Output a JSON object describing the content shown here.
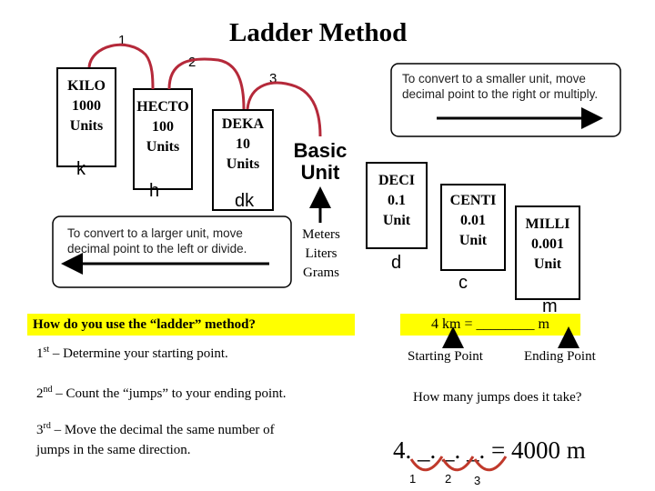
{
  "title": "Ladder Method",
  "steps": [
    {
      "label": "KILO\n1000\nUnits",
      "abbr": "k"
    },
    {
      "label": "HECTO\n100\nUnits",
      "abbr": "h"
    },
    {
      "label": "DEKA\n10\nUnits",
      "abbr": "dk"
    },
    {
      "label": "Basic\nUnit"
    },
    {
      "label": "DECI\n0.1\nUnit",
      "abbr": "d"
    },
    {
      "label": "CENTI\n0.01\nUnit",
      "abbr": "c"
    },
    {
      "label": "MILLI\n0.001\nUnit",
      "abbr": "m"
    }
  ],
  "jump_numbers": [
    "1",
    "2",
    "3"
  ],
  "basic_units": "Meters\nLiters\nGrams",
  "hint_smaller": "To convert to a smaller unit, move\ndecimal  point to the right or multiply.",
  "hint_larger": "To convert to a larger unit, move\ndecimal  point to the left or divide.",
  "question": "How do you use the “ladder” method?",
  "instructions": [
    {
      "ord": "1",
      "sup": "st",
      "text": " – Determine your starting point."
    },
    {
      "ord": "2",
      "sup": "nd",
      "text": " – Count the “jumps” to your ending point."
    },
    {
      "ord": "3",
      "sup": "rd",
      "text": " – Move the decimal the same number of\njumps in the same direction."
    }
  ],
  "example": {
    "problem": "4 km = ________ m",
    "starting_point": "Starting Point",
    "ending_point": "Ending Point",
    "question": "How many jumps does it take?",
    "answer": "4. _. _. _. = 4000 m",
    "answer_jumps": [
      "1",
      "2",
      "3"
    ]
  },
  "colors": {
    "jump_arrow": "#b5293a",
    "highlight": "#ffff00"
  }
}
